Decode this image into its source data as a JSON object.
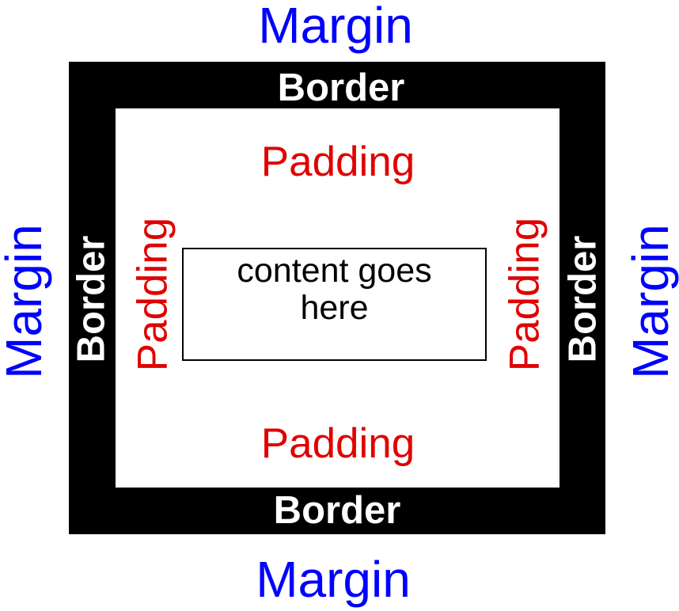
{
  "labels": {
    "margin": "Margin",
    "border": "Border",
    "padding": "Padding",
    "content_line1": "content goes",
    "content_line2": "here"
  },
  "colors": {
    "margin": "#0000ff",
    "border_fill": "#000000",
    "border_text": "#ffffff",
    "padding": "#e00000",
    "content": "#000000",
    "background": "#ffffff"
  }
}
